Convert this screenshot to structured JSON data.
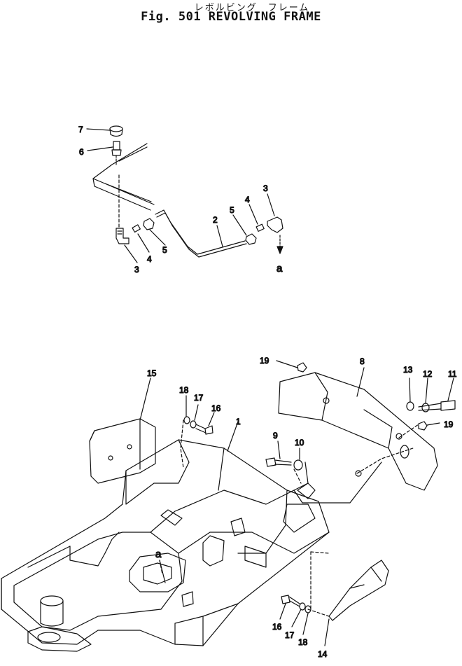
{
  "title_japanese": "レボルビング　フレーム",
  "title_english": "Fig. 501 REVOLVING FRAME",
  "callouts": {
    "c1": "1",
    "c2": "2",
    "c3a": "3",
    "c3b": "3",
    "c4a": "4",
    "c4b": "4",
    "c5a": "5",
    "c5b": "5",
    "c6": "6",
    "c7": "7",
    "c8": "8",
    "c9": "9",
    "c10": "10",
    "c11": "11",
    "c12": "12",
    "c13": "13",
    "c14": "14",
    "c15": "15",
    "c16a": "16",
    "c16b": "16",
    "c17a": "17",
    "c17b": "17",
    "c18a": "18",
    "c18b": "18",
    "c19a": "19",
    "c19b": "19",
    "ref_a_top": "a",
    "ref_a_bottom": "a"
  }
}
